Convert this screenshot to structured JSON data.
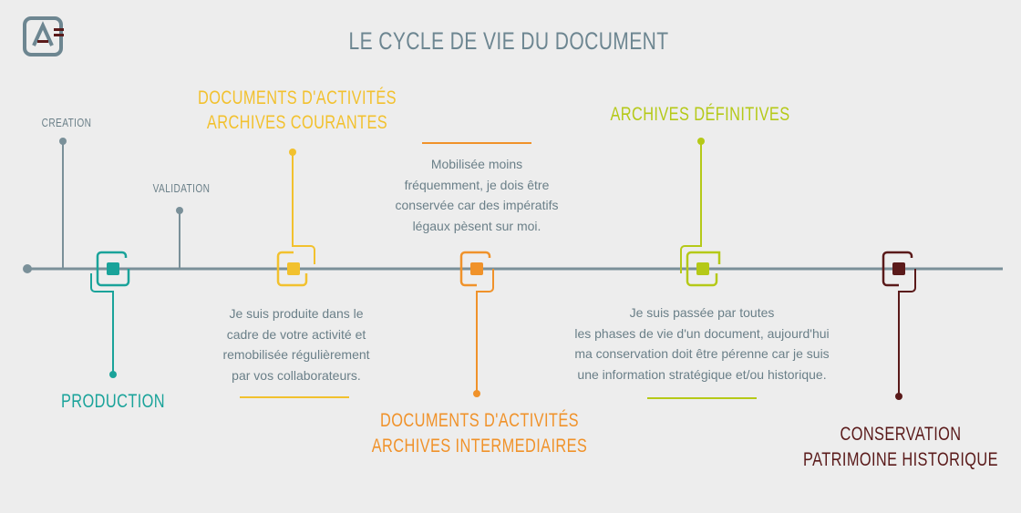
{
  "title": "LE CYCLE DE VIE DU DOCUMENT",
  "colors": {
    "line": "#7a9099",
    "production": "#1aa39a",
    "courantes": "#f2c12e",
    "intermediaires": "#f0922a",
    "definitives": "#b5c918",
    "conservation": "#5a1a1a"
  },
  "markers": {
    "creation": "CREATION",
    "validation": "VALIDATION"
  },
  "stages": {
    "production": {
      "label": "PRODUCTION"
    },
    "courantes": {
      "label1": "DOCUMENTS D'ACTIVITÉS",
      "label2": "ARCHIVES COURANTES",
      "desc": [
        "Je suis produite dans le",
        "cadre de votre activité et",
        "remobilisée régulièrement",
        "par vos collaborateurs."
      ]
    },
    "intermediaires": {
      "label1": "DOCUMENTS D'ACTIVITÉS",
      "label2": "ARCHIVES INTERMEDIAIRES",
      "desc": [
        "Mobilisée moins",
        "fréquemment, je dois être",
        "conservée car des impératifs",
        "légaux pèsent sur moi."
      ]
    },
    "definitives": {
      "label": "ARCHIVES DÉFINITIVES",
      "desc": [
        "Je suis passée par toutes",
        "les phases de vie d'un document, aujourd'hui",
        "ma conservation doit être pérenne car je suis",
        "une information stratégique et/ou historique."
      ]
    },
    "conservation": {
      "label1": "CONSERVATION",
      "label2": "PATRIMOINE HISTORIQUE"
    }
  }
}
